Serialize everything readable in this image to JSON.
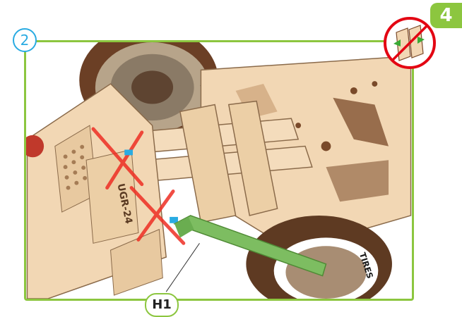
{
  "page_number": "4",
  "step": {
    "number": "2"
  },
  "part_label": "H1",
  "imprint": {
    "wheel_text": "TIRES",
    "plate_text": "UGR-24"
  },
  "colors": {
    "frame_green": "#8cc63f",
    "step_blue": "#29abe2",
    "warning_red": "#e30613",
    "wood": "#f2d7b4",
    "dark_wood": "#7a4a2a",
    "tool_green": "#7dbd61",
    "cross_red": "#ee2e24"
  },
  "icons": [
    "stop-sign-icon",
    "slide-arrows-icon",
    "red-cross-mark"
  ]
}
